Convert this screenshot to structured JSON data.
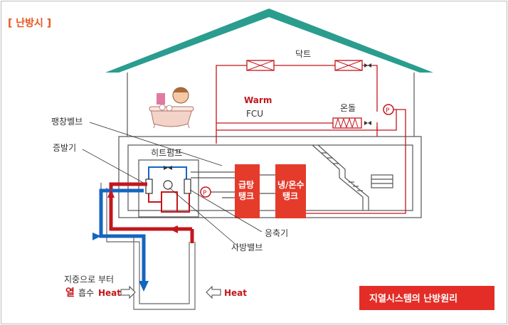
{
  "header": {
    "mode_label": "[ 난방시 ]"
  },
  "labels": {
    "duct": "닥트",
    "warm": "Warm",
    "fcu": "FCU",
    "floor_heating": "온돌",
    "expansion_valve": "팽창벨브",
    "evaporator": "증발기",
    "heat_pump": "히트펌프",
    "condenser": "응축기",
    "four_way_valve": "사방밸브",
    "pump_symbol": "P",
    "hot_water_tank": [
      "급탕",
      "탱크"
    ],
    "cool_warm_tank": [
      "냉/온수",
      "탱크"
    ],
    "ground_line1": "지중으로 부터",
    "ground_heat_char": "열",
    "ground_absorb": "흡수",
    "heat_left": "Heat",
    "heat_right": "Heat"
  },
  "banner": {
    "text": "지열시스템의 난방원리"
  },
  "colors": {
    "roof": "#2a9d8f",
    "red_pipe": "#c3161c",
    "blue_pipe": "#1565c0",
    "tank": "#e53b2b",
    "banner": "#e32d26",
    "accent_orange": "#e8541c"
  }
}
